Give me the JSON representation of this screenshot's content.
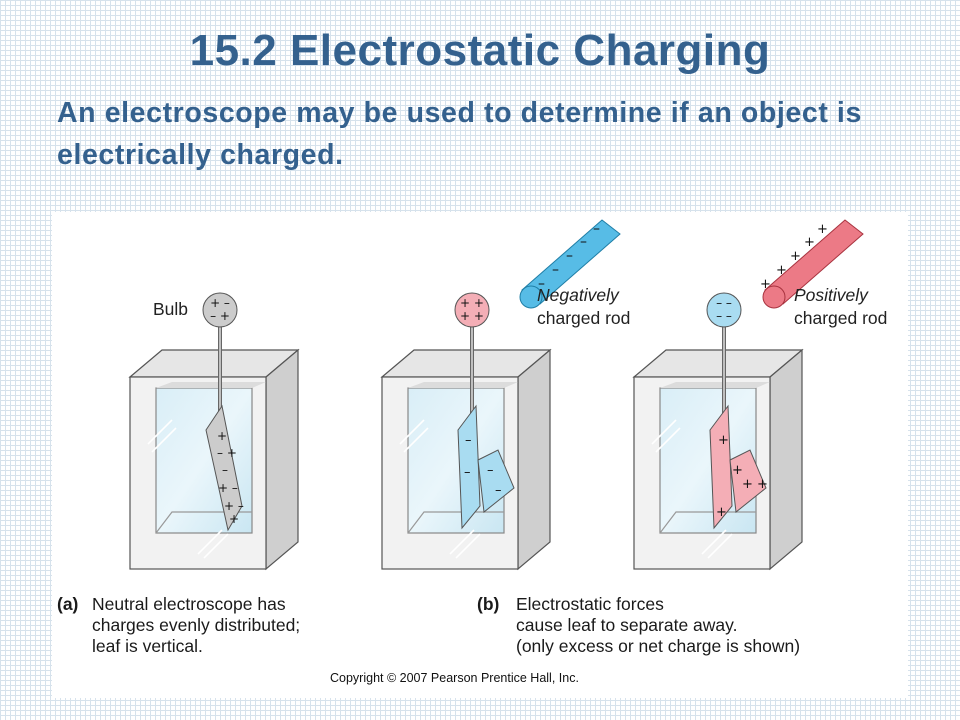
{
  "slide": {
    "title": "15.2 Electrostatic Charging",
    "subtitle": "An electroscope may be used to determine if an object is electrically charged."
  },
  "figure": {
    "bulb_label": "Bulb",
    "rod_negative": {
      "line1": "Negatively",
      "line2": "charged rod",
      "sign": "–"
    },
    "rod_positive": {
      "line1": "Positively",
      "line2": "charged rod",
      "sign": "+"
    },
    "caption_a": {
      "tag": "(a)",
      "lines": [
        "Neutral electroscope has",
        "charges evenly distributed;",
        "leaf is vertical."
      ]
    },
    "caption_b": {
      "tag": "(b)",
      "lines": [
        "Electrostatic forces",
        "cause leaf to separate away.",
        "(only excess or net charge is shown)"
      ]
    },
    "copyright": "Copyright © 2007 Pearson Prentice Hall, Inc.",
    "colors": {
      "title": "#34618e",
      "neutral": "#c8c8c8",
      "negative": "#a9dcf1",
      "negative_rod": "#57bce6",
      "positive": "#f4aeb6",
      "positive_rod": "#ec7a86",
      "glass": "#cfe8f3"
    }
  }
}
